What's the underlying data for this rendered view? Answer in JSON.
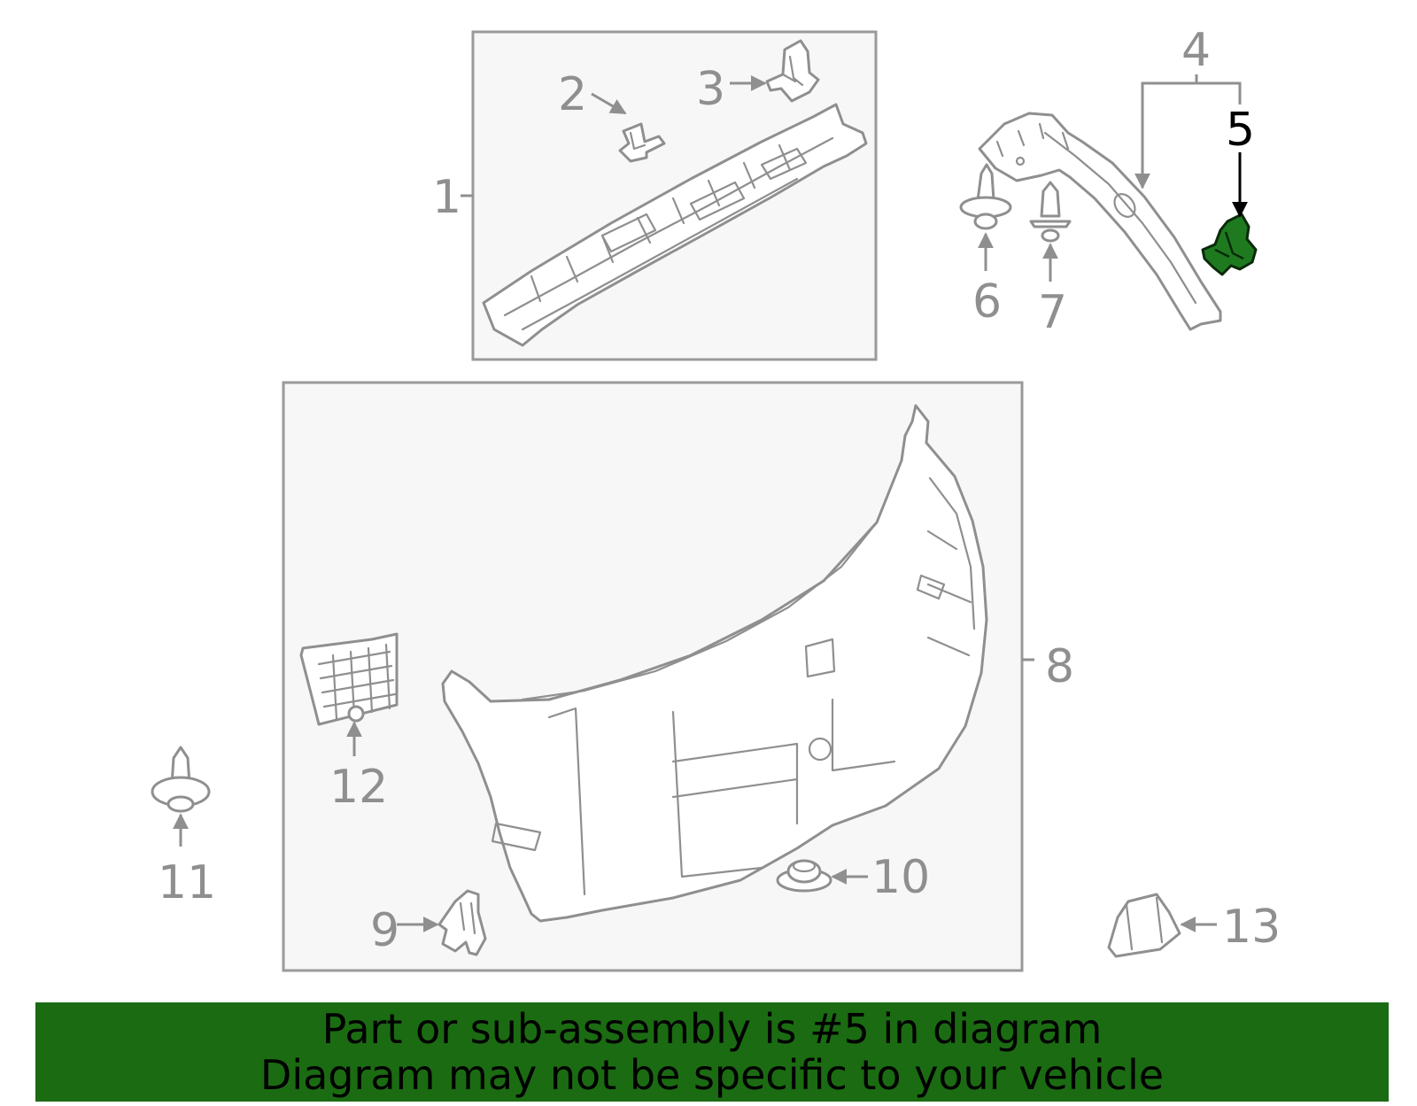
{
  "callouts": {
    "c1": "1",
    "c2": "2",
    "c3": "3",
    "c4": "4",
    "c5": "5",
    "c6": "6",
    "c7": "7",
    "c8": "8",
    "c9": "9",
    "c10": "10",
    "c11": "11",
    "c12": "12",
    "c13": "13"
  },
  "highlighted_part": "5",
  "colors": {
    "highlight": "#1f7a1f",
    "banner": "#1b6b12",
    "line": "#8f8f8f"
  },
  "banner": {
    "line1": "Part or sub-assembly is #5 in diagram",
    "line2": "Diagram may not be specific to your vehicle"
  }
}
